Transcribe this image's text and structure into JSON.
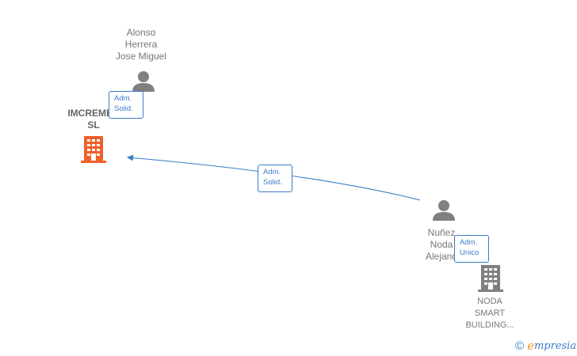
{
  "nodes": {
    "person_alonso": {
      "line1": "Alonso",
      "line2": "Herrera",
      "line3": "Jose Miguel"
    },
    "company_imcremen": {
      "line1": "IMCREMEN",
      "line2": "SL"
    },
    "person_nunez": {
      "line1": "Nuñez",
      "line2": "Noda",
      "line3": "Alejand"
    },
    "company_noda": {
      "line1": "NODA",
      "line2": "SMART",
      "line3": "BUILDING..."
    }
  },
  "edges": {
    "alonso_to_imcremen": {
      "line1": "Adm.",
      "line2": "Solid."
    },
    "nunez_to_imcremen": {
      "line1": "Adm.",
      "line2": "Solid."
    },
    "nunez_to_noda": {
      "line1": "Adm.",
      "line2": "Unico"
    }
  },
  "colors": {
    "edge": "#3a7bc8",
    "person_icon": "#808080",
    "company_main": "#f0602a",
    "company_other": "#808080"
  },
  "icons": {
    "person": "person-icon",
    "company": "building-icon"
  },
  "watermark": {
    "copyright": "©",
    "brand_initial": "e",
    "brand_rest": "mpresia"
  }
}
